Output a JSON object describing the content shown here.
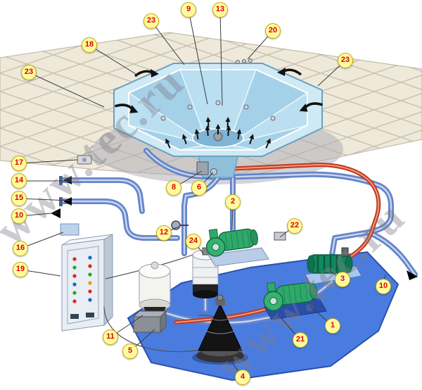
{
  "watermark": {
    "text": "www.tec.ru"
  },
  "callouts": [
    {
      "label": "23"
    },
    {
      "label": "9"
    },
    {
      "label": "13"
    },
    {
      "label": "20"
    },
    {
      "label": "23"
    },
    {
      "label": "18"
    },
    {
      "label": "23"
    },
    {
      "label": "17"
    },
    {
      "label": "14"
    },
    {
      "label": "15"
    },
    {
      "label": "10"
    },
    {
      "label": "16"
    },
    {
      "label": "19"
    },
    {
      "label": "11"
    },
    {
      "label": "5"
    },
    {
      "label": "4"
    },
    {
      "label": "8"
    },
    {
      "label": "6"
    },
    {
      "label": "2"
    },
    {
      "label": "12"
    },
    {
      "label": "24"
    },
    {
      "label": "22"
    },
    {
      "label": "3"
    },
    {
      "label": "10"
    },
    {
      "label": "1"
    },
    {
      "label": "21"
    }
  ],
  "colors": {
    "callout_fill": "#fffaa0",
    "callout_border": "#c9ad00",
    "callout_number": "#e00000",
    "pool_light": "#cfe9f5",
    "pool_mid": "#a5d1e8",
    "pool_deep": "#7fb5d4",
    "pipe_blue": "#6585c8",
    "pipe_red": "#c23a20",
    "platform_blue": "#4a7ce0",
    "pump_green": "#2fa96b",
    "pump_dark_green": "#13875e",
    "tile": "#efe9da",
    "grout": "#c9c2b2",
    "watermark_gray": "#7d7d8a"
  }
}
